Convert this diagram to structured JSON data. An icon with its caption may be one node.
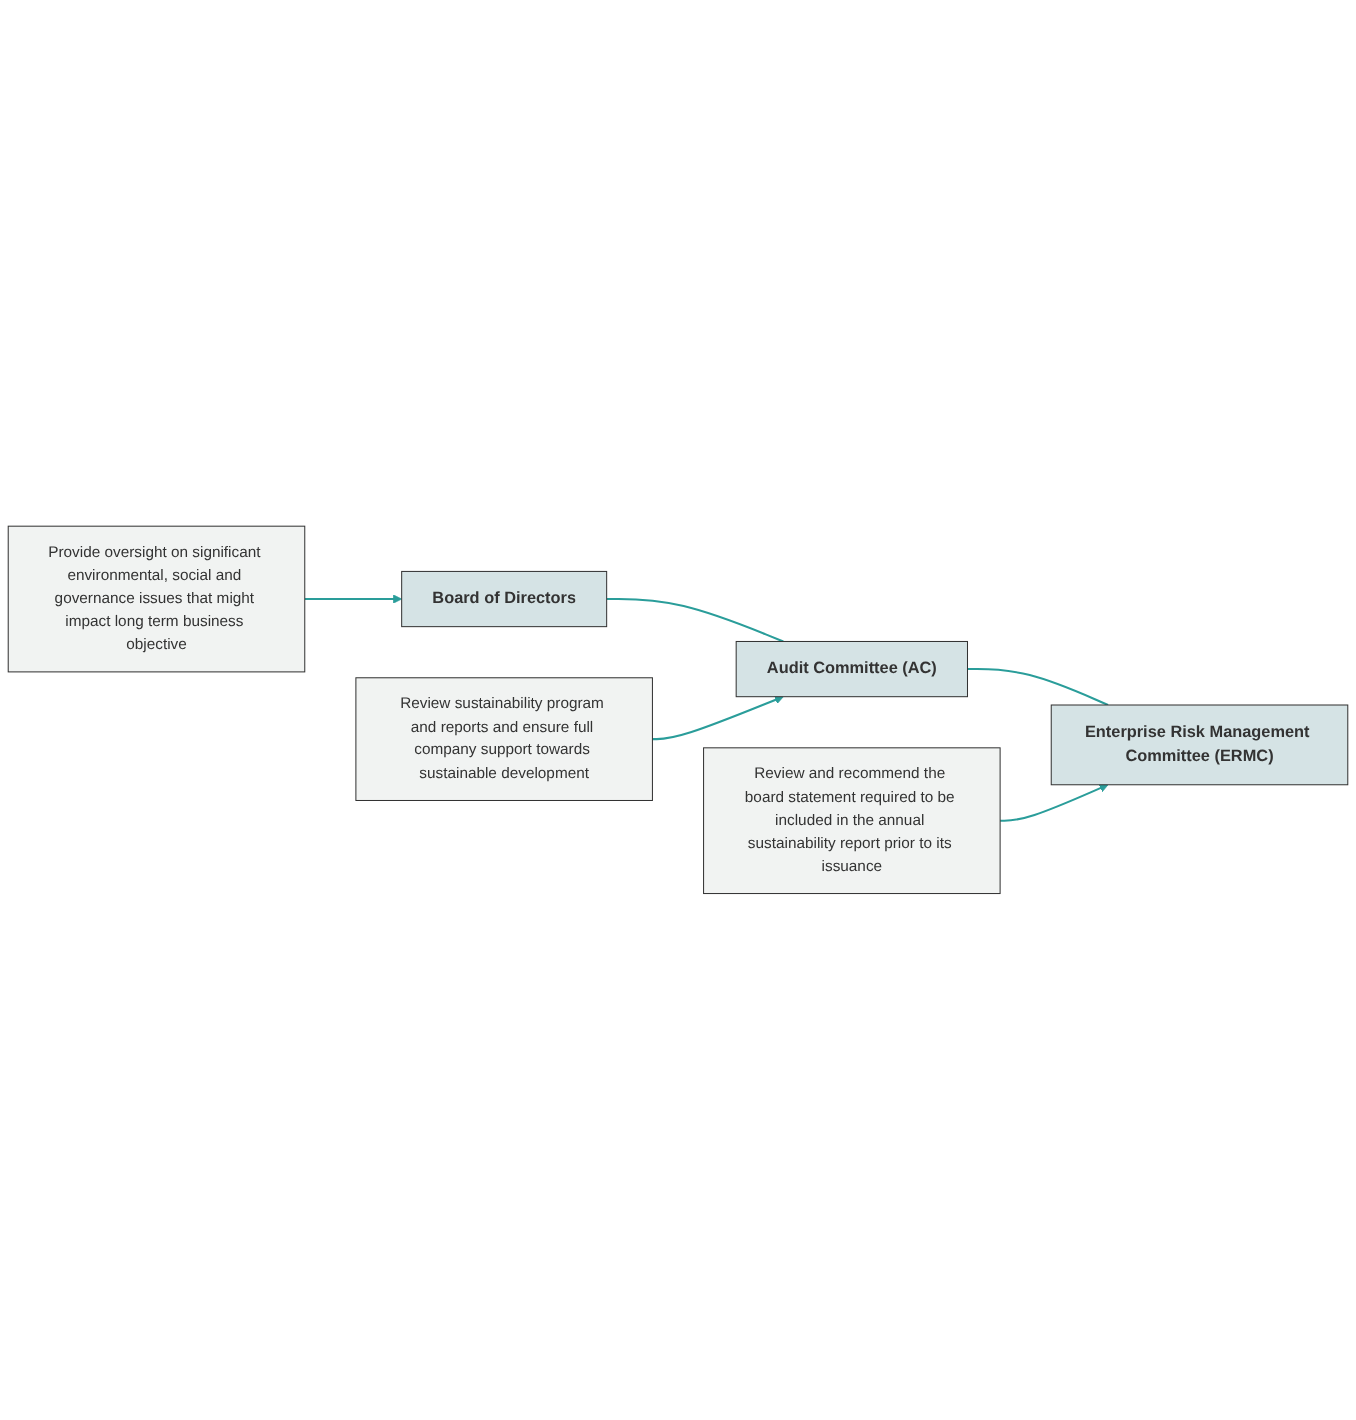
{
  "diagram": {
    "nodes": [
      {
        "text": [
          "Provide oversight on significant environmental, social and governance issues that might impact long term business objective"
        ]
      },
      {
        "text": [
          "Board of Directors"
        ]
      },
      {
        "text": [
          "Review sustainability program and reports and ensure full company support towards sustainable development"
        ]
      },
      {
        "text": [
          "Audit Committee (AC)"
        ]
      },
      {
        "text": [
          "Review and recommend the board statement required to be included in the annual sustainability report prior to its issuance"
        ]
      },
      {
        "text": [
          "Enterprise Risk Management Committee (ERMC)"
        ]
      }
    ],
    "edges": [
      {
        "from": 0,
        "to": 1,
        "arrow": "to"
      },
      {
        "from": 1,
        "to": 3,
        "arrow": "none"
      },
      {
        "from": 2,
        "to": 3,
        "arrow": "to"
      },
      {
        "from": 3,
        "to": 5,
        "arrow": "none"
      },
      {
        "from": 4,
        "to": 5,
        "arrow": "to"
      }
    ]
  }
}
